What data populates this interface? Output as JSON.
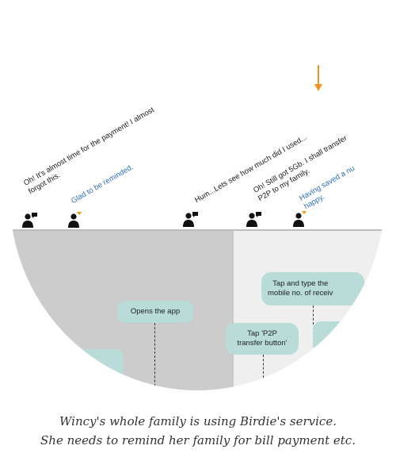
{
  "comments": [
    {
      "text": "Oh! It's almost time for the payment! I almost\nforgot this.",
      "tone": "neutral"
    },
    {
      "text": "Glad to be reminded.",
      "tone": "positive"
    },
    {
      "text": "Hum...Lets see how much did I used...",
      "tone": "neutral"
    },
    {
      "text": "Oh! Still got 5Gb. I shall transfer\nP2P to my family.",
      "tone": "neutral"
    },
    {
      "text": "Having saved a nu\nhappy.",
      "tone": "positive"
    }
  ],
  "steps": {
    "opens_app": "Opens the app",
    "p2p_button": "Tap 'P2P\ntransfer button'",
    "type_mobile": "Tap and type the\nmobile no. of receiv"
  },
  "caption": {
    "line1": "Wincy's whole family is using Birdie's service.",
    "line2": "She needs to remind her family for bill payment etc."
  },
  "colors": {
    "step_fill": "#b9dcd8",
    "positive_text": "#2d6fb8",
    "accent_orange": "#f0961e",
    "stage_gray": "#cccccc",
    "stage_light": "#efefef"
  }
}
